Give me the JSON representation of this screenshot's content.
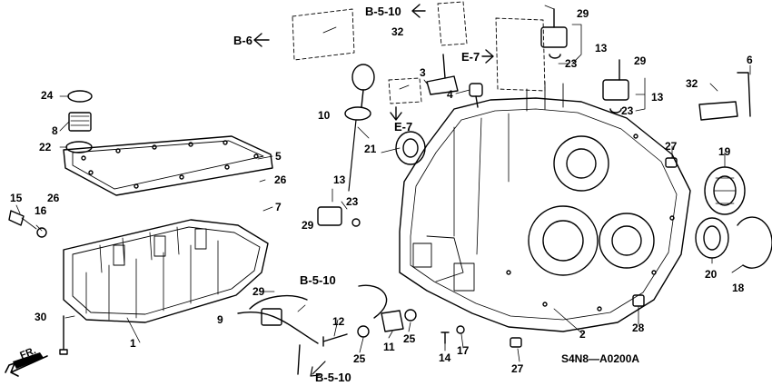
{
  "diagram": {
    "drawing_code": "S4N8—A0200A",
    "front_arrow": "FR.",
    "refs": {
      "b510_top": "B-5-10",
      "b6": "B-6",
      "e7_right": "E-7",
      "e7_left": "E-7",
      "b510_mid": "B-5-10",
      "b510_bottom": "B-5-10"
    },
    "callouts": {
      "c1": "1",
      "c2": "2",
      "c3": "3",
      "c4": "4",
      "c5": "5",
      "c6": "6",
      "c7": "7",
      "c8": "8",
      "c9": "9",
      "c10": "10",
      "c11": "11",
      "c12": "12",
      "c13a": "13",
      "c13b": "13",
      "c13c": "13",
      "c14": "14",
      "c15": "15",
      "c16": "16",
      "c17": "17",
      "c18": "18",
      "c19": "19",
      "c20": "20",
      "c21": "21",
      "c22": "22",
      "c23a": "23",
      "c23b": "23",
      "c23c": "23",
      "c24": "24",
      "c25a": "25",
      "c25b": "25",
      "c26a": "26",
      "c26b": "26",
      "c27a": "27",
      "c27b": "27",
      "c28": "28",
      "c29a": "29",
      "c29b": "29",
      "c29c": "29",
      "c29d": "29",
      "c30": "30",
      "c32a": "32",
      "c32b": "32"
    }
  }
}
